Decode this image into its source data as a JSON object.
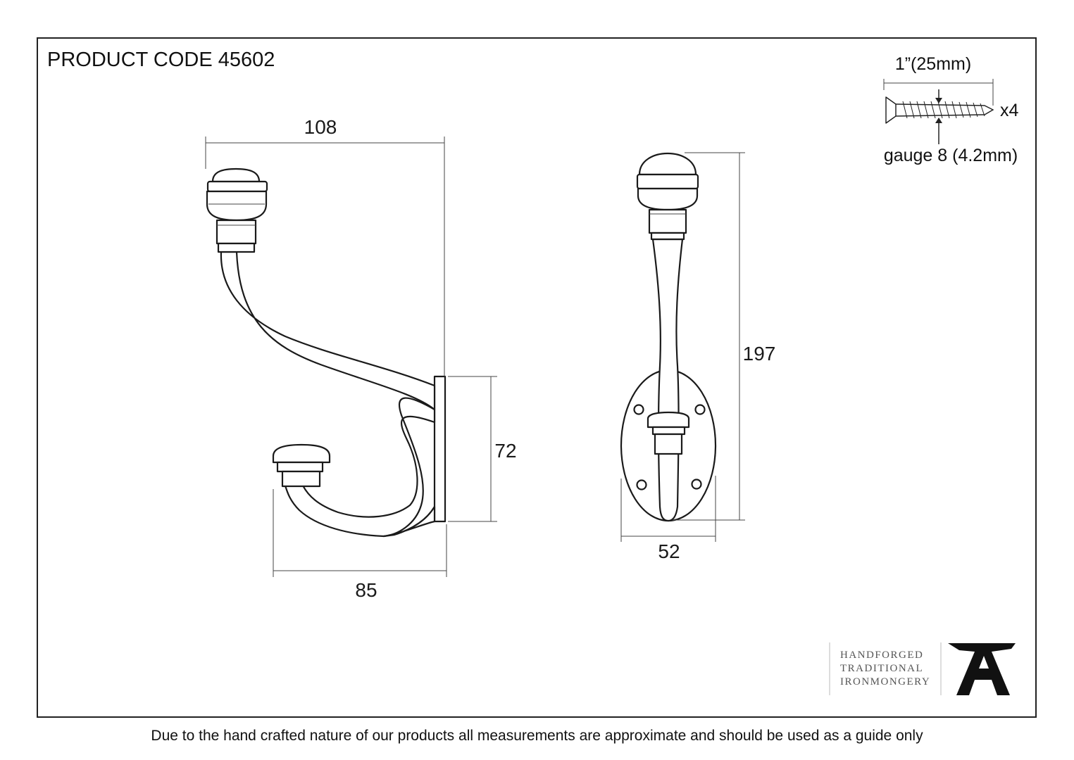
{
  "header": {
    "product_code": "PRODUCT CODE 45602"
  },
  "dimensions": {
    "width_top": "108",
    "backplate_height": "72",
    "projection": "85",
    "overall_height": "197",
    "plate_width": "52"
  },
  "screw": {
    "length_label": "1”(25mm)",
    "quantity_label": "x4",
    "gauge_label": "gauge 8 (4.2mm)"
  },
  "brand": {
    "lines": [
      "HANDFORGED",
      "TRADITIONAL",
      "IRONMONGERY"
    ],
    "logo_icon": "anvil-a-icon"
  },
  "footer": {
    "disclaimer": "Due to the hand crafted nature of our products all measurements are approximate and should be used as a guide only"
  }
}
